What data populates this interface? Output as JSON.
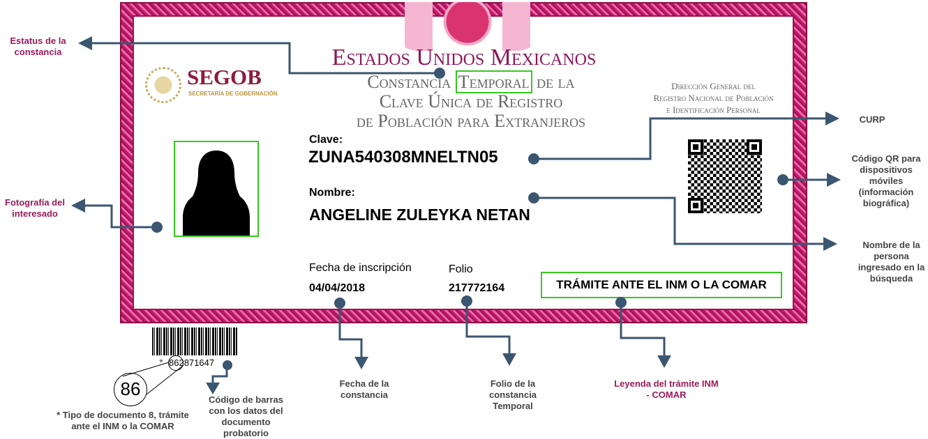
{
  "document": {
    "country": "Estados Unidos Mexicanos",
    "title_part1": "Constancia",
    "title_status": "Temporal",
    "title_part2": "de la",
    "title_line2": "Clave Única de Registro",
    "title_line3": "de Población para Extranjeros",
    "agency_line1": "Dirección General del",
    "agency_line2": "Registro Nacional de Población",
    "agency_line3": "e Identificación Personal",
    "logo_name": "SEGOB",
    "logo_sub": "SECRETARÍA DE GOBERNACIÓN",
    "clave_label": "Clave:",
    "clave_value": "ZUNA540308MNELTN05",
    "nombre_label": "Nombre:",
    "nombre_value": "ANGELINE ZULEYKA NETAN",
    "fecha_label": "Fecha de inscripción",
    "fecha_value": "04/04/2018",
    "folio_label": "Folio",
    "folio_value": "217772164",
    "legend": "TRÁMITE ANTE EL INM O LA COMAR",
    "barcode_prefix": "*",
    "barcode_number": "862871647",
    "barcode_magnified": "86"
  },
  "annotations": {
    "status": "Estatus de la constancia",
    "photo": "Fotografía del interesado",
    "curp": "CURP",
    "qr": "Código QR para dispositivos móviles (información biográfica)",
    "name": "Nombre de la persona ingresado en la búsqueda",
    "date": "Fecha de la constancia",
    "folio": "Folio de la constancia Temporal",
    "legend": "Leyenda del trámite INM - COMAR",
    "barcode": "Código de barras con los datos del documento probatorio",
    "doc_type": "* Tipo de documento 8, trámite ante el INM o la COMAR"
  },
  "colors": {
    "accent": "#9a1a5c",
    "callout": "#3b5670",
    "highlight": "#35c81f"
  }
}
